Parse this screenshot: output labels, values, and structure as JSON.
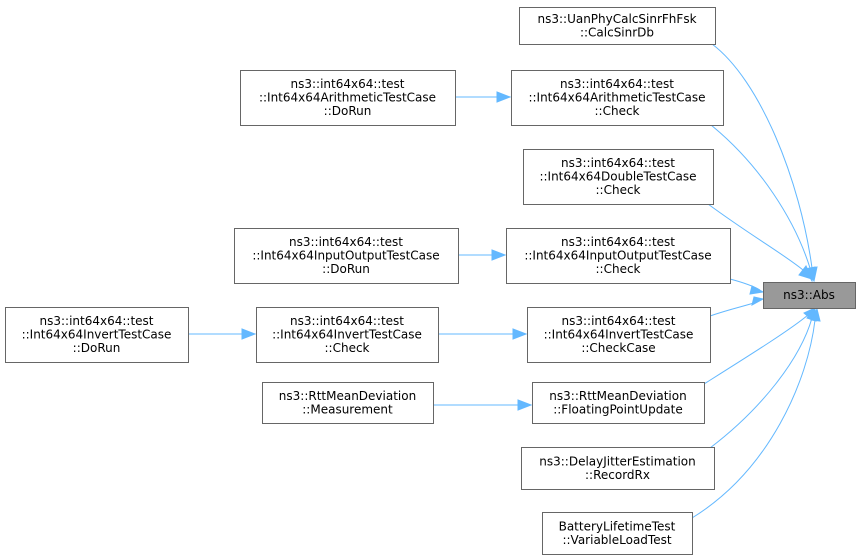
{
  "graph": {
    "target": {
      "id": "abs",
      "lines": [
        "ns3::Abs"
      ]
    },
    "nodes": [
      {
        "id": "uan",
        "lines": [
          "ns3::UanPhyCalcSinrFhFsk",
          "::CalcSinrDb"
        ]
      },
      {
        "id": "arith_check",
        "lines": [
          "ns3::int64x64::test",
          "::Int64x64ArithmeticTestCase",
          "::Check"
        ]
      },
      {
        "id": "arith_dorun",
        "lines": [
          "ns3::int64x64::test",
          "::Int64x64ArithmeticTestCase",
          "::DoRun"
        ]
      },
      {
        "id": "double_check",
        "lines": [
          "ns3::int64x64::test",
          "::Int64x64DoubleTestCase",
          "::Check"
        ]
      },
      {
        "id": "io_check",
        "lines": [
          "ns3::int64x64::test",
          "::Int64x64InputOutputTestCase",
          "::Check"
        ]
      },
      {
        "id": "io_dorun",
        "lines": [
          "ns3::int64x64::test",
          "::Int64x64InputOutputTestCase",
          "::DoRun"
        ]
      },
      {
        "id": "inv_checkcase",
        "lines": [
          "ns3::int64x64::test",
          "::Int64x64InvertTestCase",
          "::CheckCase"
        ]
      },
      {
        "id": "inv_check",
        "lines": [
          "ns3::int64x64::test",
          "::Int64x64InvertTestCase",
          "::Check"
        ]
      },
      {
        "id": "inv_dorun",
        "lines": [
          "ns3::int64x64::test",
          "::Int64x64InvertTestCase",
          "::DoRun"
        ]
      },
      {
        "id": "rtt_fpu",
        "lines": [
          "ns3::RttMeanDeviation",
          "::FloatingPointUpdate"
        ]
      },
      {
        "id": "rtt_meas",
        "lines": [
          "ns3::RttMeanDeviation",
          "::Measurement"
        ]
      },
      {
        "id": "delay",
        "lines": [
          "ns3::DelayJitterEstimation",
          "::RecordRx"
        ]
      },
      {
        "id": "battery",
        "lines": [
          "BatteryLifetimeTest",
          "::VariableLoadTest"
        ]
      }
    ],
    "edges": [
      {
        "from": "uan",
        "to": "abs"
      },
      {
        "from": "arith_check",
        "to": "abs"
      },
      {
        "from": "arith_dorun",
        "to": "arith_check"
      },
      {
        "from": "double_check",
        "to": "abs"
      },
      {
        "from": "io_check",
        "to": "abs"
      },
      {
        "from": "io_dorun",
        "to": "io_check"
      },
      {
        "from": "inv_checkcase",
        "to": "abs"
      },
      {
        "from": "inv_check",
        "to": "inv_checkcase"
      },
      {
        "from": "inv_dorun",
        "to": "inv_check"
      },
      {
        "from": "rtt_fpu",
        "to": "abs"
      },
      {
        "from": "rtt_meas",
        "to": "rtt_fpu"
      },
      {
        "from": "delay",
        "to": "abs"
      },
      {
        "from": "battery",
        "to": "abs"
      }
    ]
  }
}
